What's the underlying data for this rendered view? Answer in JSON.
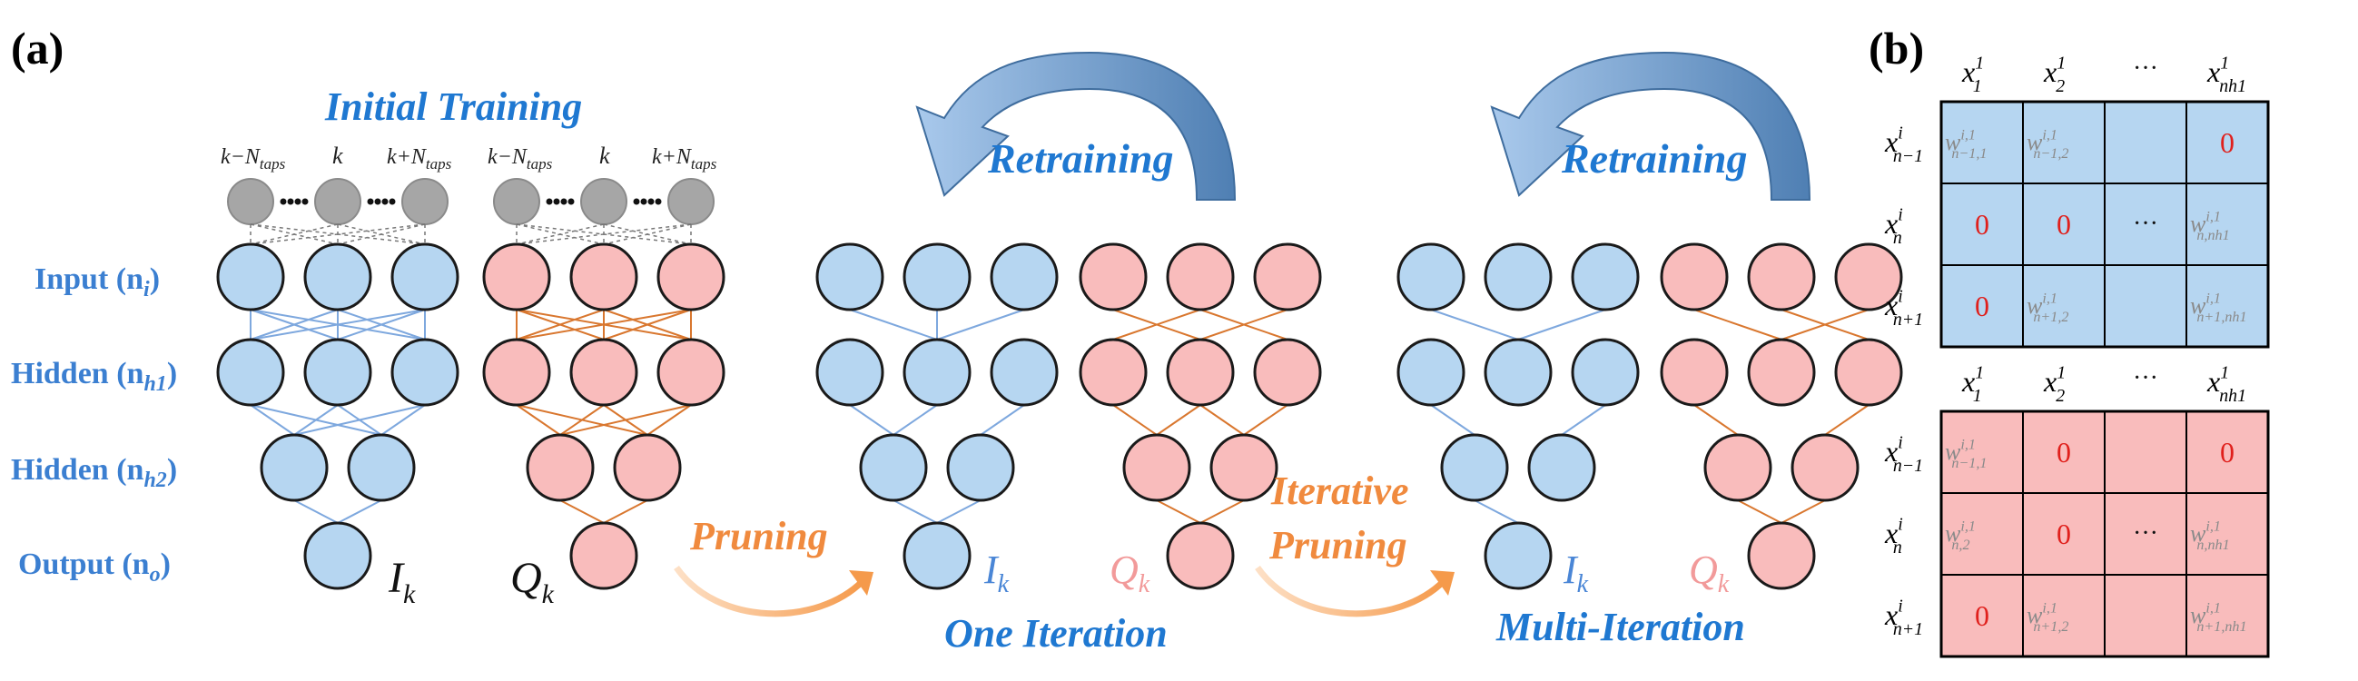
{
  "panel_a_label": "(a)",
  "panel_b_label": "(b)",
  "initial_training": "Initial Training",
  "tap_labels": {
    "left": "k−N",
    "mid": "k",
    "right": "k+N",
    "sub": "taps"
  },
  "layer_labels": [
    {
      "main": "Input (n",
      "sub": "i",
      "end": ")"
    },
    {
      "main": "Hidden (n",
      "sub": "h1",
      "end": ")"
    },
    {
      "main": "Hidden (n",
      "sub": "h2",
      "end": ")"
    },
    {
      "main": "Output (n",
      "sub": "o",
      "end": ")"
    }
  ],
  "output_labels": {
    "i": "I",
    "q": "Q",
    "sub": "k"
  },
  "retraining": "Retraining",
  "pruning": "Pruning",
  "iterative_pruning_1": "Iterative",
  "iterative_pruning_2": "Pruning",
  "one_iteration": "One Iteration",
  "multi_iteration": "Multi-Iteration",
  "colors": {
    "blue_fill": "#b6d6f1",
    "pink_fill": "#f9bcbc",
    "blue_line": "#7ea8de",
    "orange_line": "#d9772f",
    "gray_node": "#a6a6a6",
    "arrow_blue": "#6a9bd3",
    "arrow_orange": "#f6a45f"
  },
  "matrix_headers": {
    "cols": [
      {
        "base": "x",
        "sub": "1",
        "sup": "1"
      },
      {
        "base": "x",
        "sub": "2",
        "sup": "1"
      },
      {
        "base": "···",
        "sub": "",
        "sup": ""
      },
      {
        "base": "x",
        "sub": "nh1",
        "sup": "1"
      }
    ],
    "rows": [
      {
        "base": "x",
        "sub": "n−1",
        "sup": "i"
      },
      {
        "base": "x",
        "sub": "n",
        "sup": "i"
      },
      {
        "base": "x",
        "sub": "n+1",
        "sup": "i"
      }
    ]
  },
  "matrix_top": [
    [
      {
        "t": "w",
        "sub": "n−1,1",
        "sup": "i,1"
      },
      {
        "t": "w",
        "sub": "n−1,2",
        "sup": "i,1"
      },
      {
        "t": ""
      },
      {
        "t": "0"
      }
    ],
    [
      {
        "t": "0"
      },
      {
        "t": "0"
      },
      {
        "t": "···"
      },
      {
        "t": "w",
        "sub": "n,nh1",
        "sup": "i,1"
      }
    ],
    [
      {
        "t": "0"
      },
      {
        "t": "w",
        "sub": "n+1,2",
        "sup": "i,1"
      },
      {
        "t": ""
      },
      {
        "t": "w",
        "sub": "n+1,nh1",
        "sup": "i,1"
      }
    ]
  ],
  "matrix_bottom": [
    [
      {
        "t": "w",
        "sub": "n−1,1",
        "sup": "i,1"
      },
      {
        "t": "0"
      },
      {
        "t": ""
      },
      {
        "t": "0"
      }
    ],
    [
      {
        "t": "w",
        "sub": "n,2",
        "sup": "i,1"
      },
      {
        "t": "0"
      },
      {
        "t": "···"
      },
      {
        "t": "w",
        "sub": "n,nh1",
        "sup": "i,1"
      }
    ],
    [
      {
        "t": "0"
      },
      {
        "t": "w",
        "sub": "n+1,2",
        "sup": "i,1"
      },
      {
        "t": ""
      },
      {
        "t": "w",
        "sub": "n+1,nh1",
        "sup": "i,1"
      }
    ]
  ]
}
